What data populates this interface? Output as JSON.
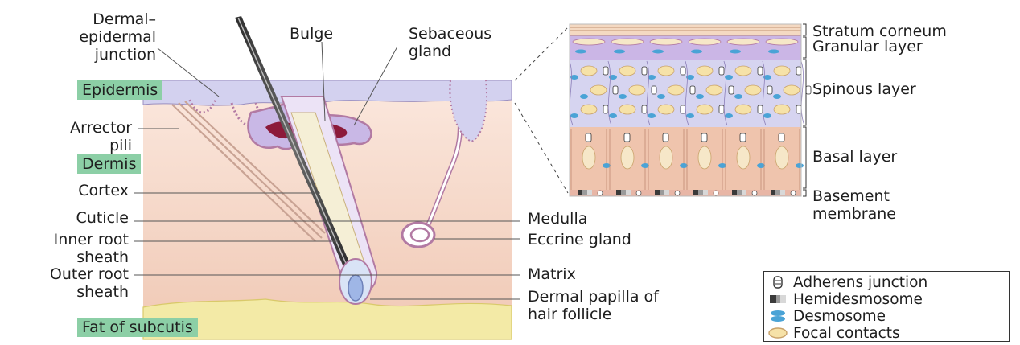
{
  "labels": {
    "dermal_epidermal_junction": [
      "Dermal–",
      "epidermal",
      "junction"
    ],
    "bulge": "Bulge",
    "sebaceous_gland": [
      "Sebaceous",
      "gland"
    ],
    "epidermis": "Epidermis",
    "arrector_pili": [
      "Arrector",
      "pili"
    ],
    "dermis": "Dermis",
    "cortex": "Cortex",
    "cuticle": "Cuticle",
    "inner_root_sheath": [
      "Inner root",
      "sheath"
    ],
    "outer_root_sheath": [
      "Outer root",
      "sheath"
    ],
    "fat_of_subcutis": "Fat of subcutis",
    "medulla": "Medulla",
    "eccrine_gland": "Eccrine gland",
    "matrix": "Matrix",
    "dermal_papilla": [
      "Dermal papilla of",
      "hair follicle"
    ],
    "stratum_corneum": "Stratum corneum",
    "granular_layer": "Granular layer",
    "spinous_layer": "Spinous layer",
    "basal_layer": "Basal layer",
    "basement_membrane": [
      "Basement",
      "membrane"
    ]
  },
  "legend": {
    "items": [
      {
        "label": "Adherens junction",
        "icon": "adherens-junction-icon"
      },
      {
        "label": "Hemidesmosome",
        "icon": "hemidesmosome-icon"
      },
      {
        "label": "Desmosome",
        "icon": "desmosome-icon"
      },
      {
        "label": "Focal contacts",
        "icon": "focal-contact-icon"
      }
    ]
  },
  "colors": {
    "dermis": "#f7dccb",
    "epidermis": "#cfcfee",
    "fat": "#f3eaa6",
    "label_highlight": "#8ccfa6",
    "sebaceous": "#8c1a3a",
    "basal_cells": "#efc4ad",
    "desmosome": "#4aa3d6"
  }
}
